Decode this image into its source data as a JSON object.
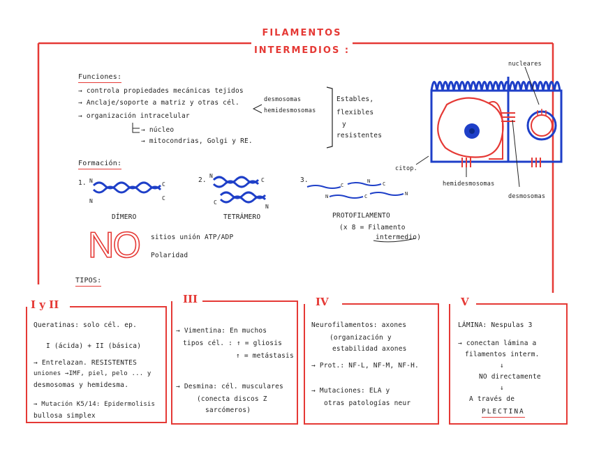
{
  "title": {
    "line1": "FILAMENTOS",
    "line2": "INTERMEDIOS :"
  },
  "funciones": {
    "heading": "Funciones:",
    "items": [
      "→ controla propiedades mecánicas tejidos",
      "→ Anclaje/soporte a matriz y otras cél.",
      "→ organización intracelular"
    ],
    "sub_items": [
      "→ núcleo",
      "→ mitocondrias, Golgi y RE."
    ],
    "junctions": [
      "desmosomas",
      "hemidesmosomas"
    ],
    "properties": [
      "Estables,",
      "flexibles",
      "y",
      "resistentes"
    ]
  },
  "formacion": {
    "heading": "Formación:",
    "steps": [
      {
        "num": "1.",
        "label": "DÍMERO"
      },
      {
        "num": "2.",
        "label": "TETRÁMERO"
      },
      {
        "num": "3.",
        "label": "PROTOFILAMENTO"
      }
    ],
    "proto_note_1": "(x 8 = Filamento",
    "proto_note_2": "intermedio)",
    "terminal_n": "N",
    "terminal_c": "C"
  },
  "no_block": {
    "big": "NO",
    "lines": [
      "sitios unión ATP/ADP",
      "Polaridad"
    ]
  },
  "diagram_labels": {
    "nucleares": "nucleares",
    "citop": "citop.",
    "hemidesmosomas": "hemidesmosomas",
    "desmosomas": "desmosomas"
  },
  "tipos": {
    "heading": "TIPOS:"
  },
  "boxes": [
    {
      "title": "I y II",
      "lines": [
        "Queratinas: solo cél. ep.",
        "I (ácida)   +   II (básica)",
        "→ Entrelazan. RESISTENTES",
        "uniones →IMF, piel, pelo ... y",
        "desmosomas y hemidesma.",
        "→ Mutación K5/14: Epidermolisis",
        "bullosa simplex"
      ]
    },
    {
      "title": "III",
      "lines": [
        "→ Vimentina: En muchos",
        "tipos cél. : ↑ = gliosis",
        "↑ = metástasis",
        "→ Desmina: cél. musculares",
        "(conecta discos Z",
        "sarcómeros)"
      ]
    },
    {
      "title": "IV",
      "lines": [
        "Neurofilamentos: axones",
        "(organización y",
        "estabilidad axones",
        "→ Prot.: NF-L, NF-M, NF-H.",
        "→ Mutaciones: ELA y",
        "otras patologías neur"
      ]
    },
    {
      "title": "V",
      "lines": [
        "LÁMINA: Nespulas 3",
        "→ conectan lámina a",
        "filamentos interm.",
        "↓",
        "NO directamente",
        "↓",
        "A través de",
        "PLECTINA"
      ]
    }
  ],
  "colors": {
    "accent": "#e53935",
    "blue": "#1e3fc8"
  }
}
